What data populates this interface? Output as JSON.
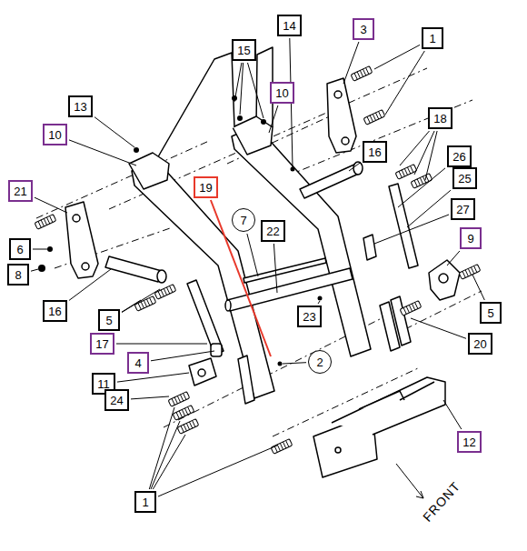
{
  "diagram": {
    "nodes": [
      {
        "text": [
          "14"
        ]
      },
      {
        "text": [
          "3"
        ]
      },
      {
        "text": [
          "1"
        ]
      },
      {
        "text": [
          "15"
        ]
      },
      {
        "text": [
          "10"
        ]
      },
      {
        "text": [
          "13"
        ]
      },
      {
        "text": [
          "18"
        ]
      },
      {
        "text": [
          "10"
        ]
      },
      {
        "text": [
          "16"
        ]
      },
      {
        "text": [
          "26"
        ]
      },
      {
        "text": [
          "25"
        ]
      },
      {
        "text": [
          "19"
        ]
      },
      {
        "text": [
          "21"
        ]
      },
      {
        "text": [
          "7"
        ]
      },
      {
        "text": [
          "22"
        ]
      },
      {
        "text": [
          "27"
        ]
      },
      {
        "text": [
          "9"
        ]
      },
      {
        "text": [
          "6"
        ]
      },
      {
        "text": [
          "8"
        ]
      },
      {
        "text": [
          "16"
        ]
      },
      {
        "text": [
          "5"
        ]
      },
      {
        "text": [
          "5"
        ]
      },
      {
        "text": [
          "23"
        ]
      },
      {
        "text": [
          "17"
        ]
      },
      {
        "text": [
          "20"
        ]
      },
      {
        "text": [
          "4"
        ]
      },
      {
        "text": [
          "2"
        ]
      },
      {
        "text": [
          "11"
        ]
      },
      {
        "text": [
          "24"
        ]
      },
      {
        "text": [
          "12"
        ]
      },
      {
        "text": [
          "1"
        ]
      }
    ],
    "edges": [],
    "labels": [
      "FRONT"
    ]
  }
}
